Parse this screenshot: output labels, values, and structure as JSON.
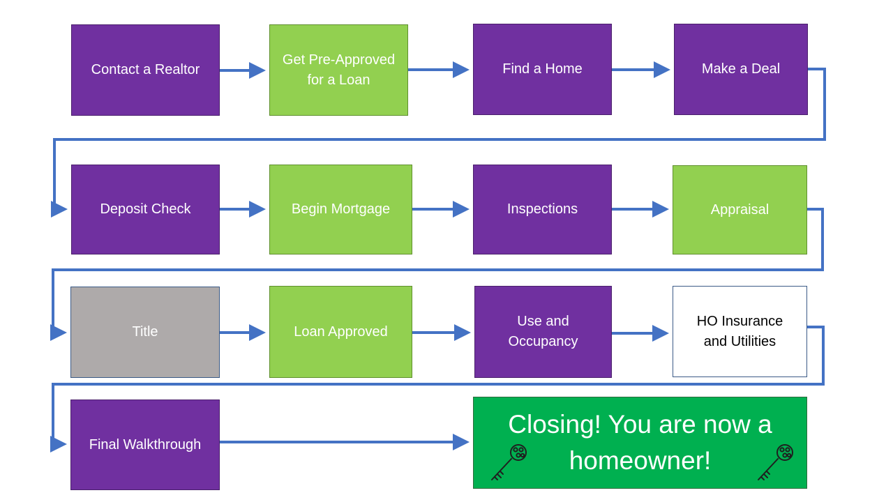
{
  "steps": {
    "contact_realtor": "Contact a Realtor",
    "pre_approved": "Get Pre-Approved\nfor a Loan",
    "find_home": "Find a Home",
    "make_deal": "Make a Deal",
    "deposit_check": "Deposit Check",
    "begin_mortgage": "Begin Mortgage",
    "inspections": "Inspections",
    "appraisal": "Appraisal",
    "title": "Title",
    "loan_approved": "Loan Approved",
    "use_occupancy": "Use and\nOccupancy",
    "ho_insurance": "HO Insurance\nand Utilities",
    "final_walkthrough": "Final Walkthrough",
    "closing": "Closing! You are now a\nhomeowner!"
  },
  "colors": {
    "purple": "#7030a0",
    "light_green": "#92d050",
    "gray": "#aeaaaa",
    "white": "#ffffff",
    "closing_green": "#00b050",
    "connector_blue": "#4472c4"
  },
  "icons": [
    "key-icon",
    "key-icon"
  ]
}
